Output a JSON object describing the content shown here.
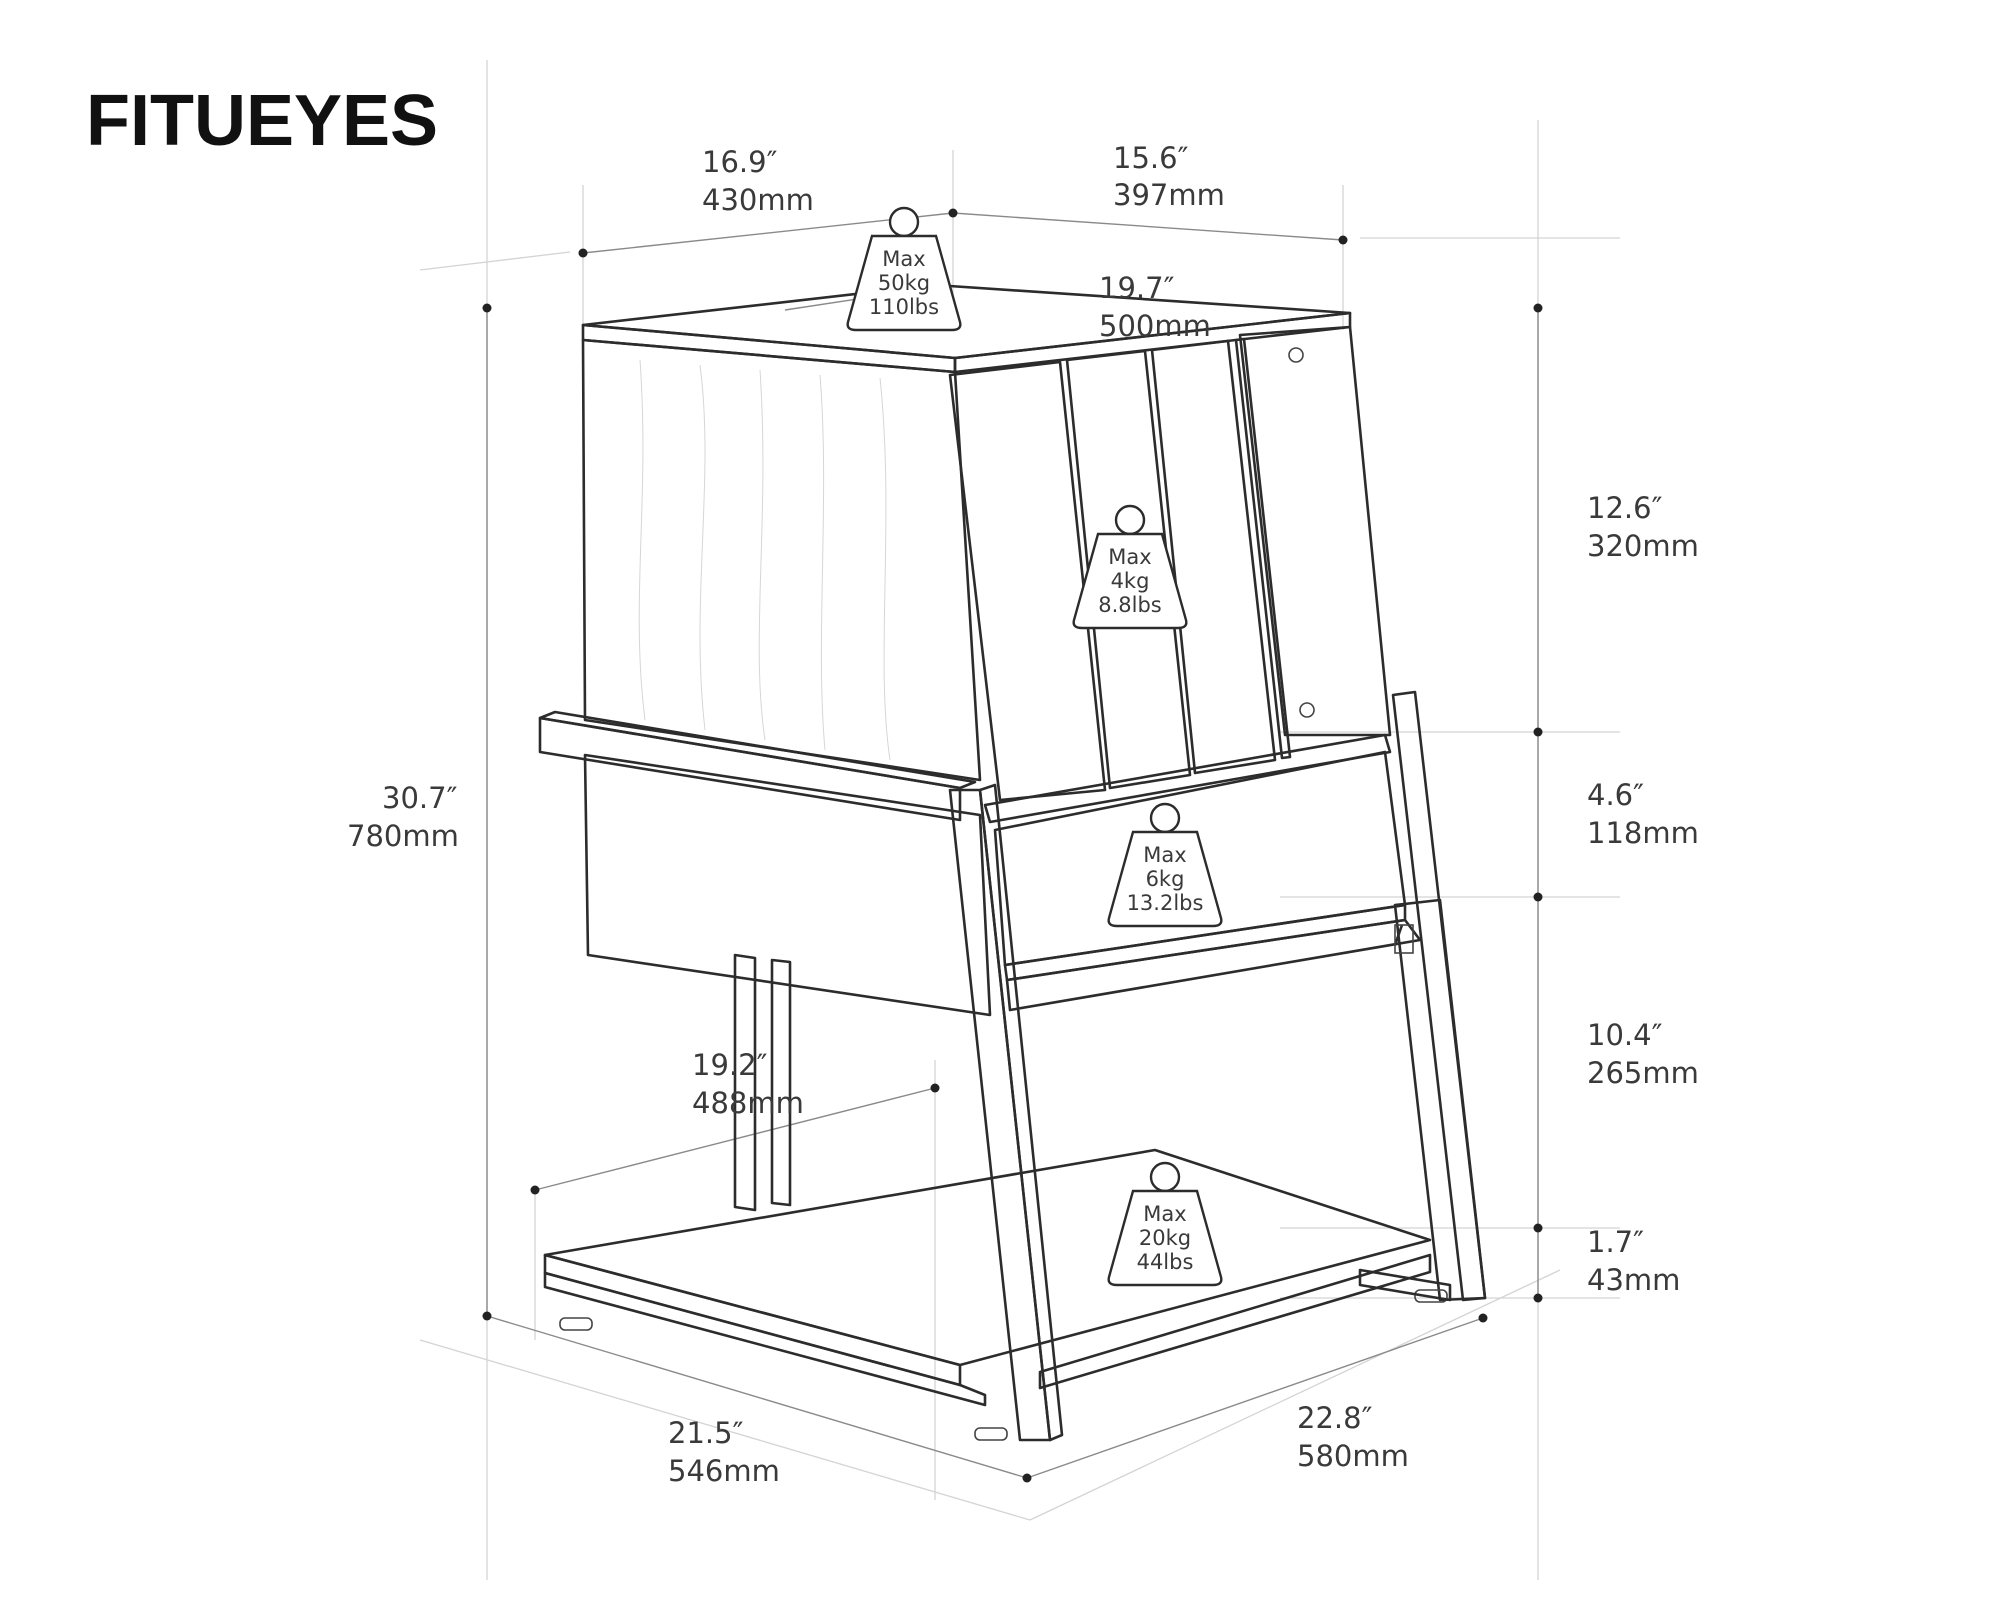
{
  "brand": {
    "logo_light": "FITU",
    "logo_bold": "EYES"
  },
  "dimensions": {
    "top_depth": {
      "inch": "16.9″",
      "mm": "430mm"
    },
    "top_width": {
      "inch": "15.6″",
      "mm": "397mm"
    },
    "shelf_width": {
      "inch": "19.7″",
      "mm": "500mm"
    },
    "total_height": {
      "inch": "30.7″",
      "mm": "780mm"
    },
    "upper_section": {
      "inch": "12.6″",
      "mm": "320mm"
    },
    "drawer_section": {
      "inch": "4.6″",
      "mm": "118mm"
    },
    "lower_clearance": {
      "inch": "10.4″",
      "mm": "265mm"
    },
    "base_height": {
      "inch": "1.7″",
      "mm": "43mm"
    },
    "inner_depth": {
      "inch": "19.2″",
      "mm": "488mm"
    },
    "base_depth": {
      "inch": "21.5″",
      "mm": "546mm"
    },
    "base_width": {
      "inch": "22.8″",
      "mm": "580mm"
    }
  },
  "weights": {
    "top": {
      "label": "Max",
      "kg": "50kg",
      "lbs": "110lbs"
    },
    "dividers": {
      "label": "Max",
      "kg": "4kg",
      "lbs": "8.8lbs"
    },
    "drawer": {
      "label": "Max",
      "kg": "6kg",
      "lbs": "13.2lbs"
    },
    "bottom": {
      "label": "Max",
      "kg": "20kg",
      "lbs": "44lbs"
    }
  }
}
